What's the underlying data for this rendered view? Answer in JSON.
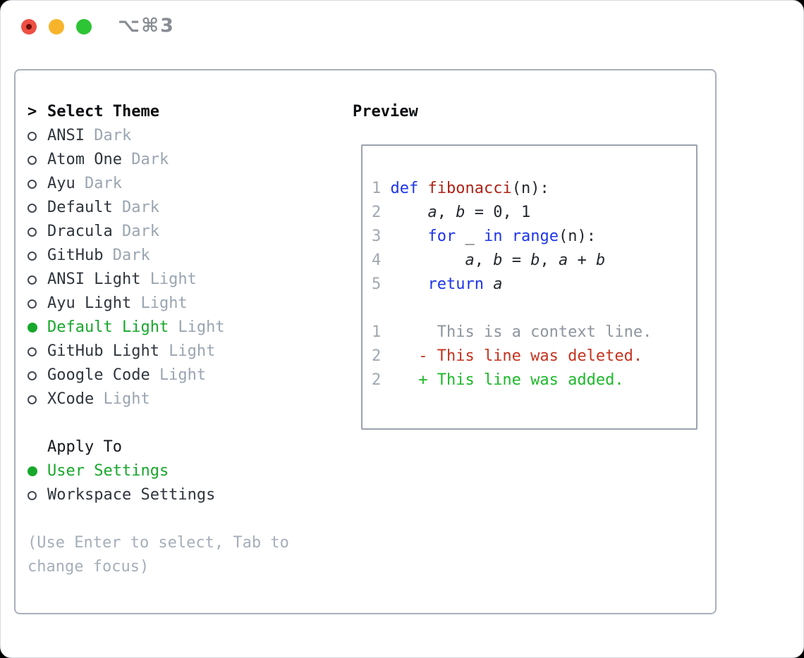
{
  "window": {
    "shortcut_label": "⌥⌘3"
  },
  "colors": {
    "accent_green": "#17a82b",
    "added_green": "#1db92a",
    "deleted_red": "#c3331f",
    "keyword_blue": "#1d35ea",
    "function_red": "#ae2315",
    "muted_gray": "#9aa5b1",
    "panel_border": "#a8b0ba",
    "traffic_red": "#ee4f43",
    "traffic_yellow": "#f7b42b",
    "traffic_green": "#2dc436"
  },
  "theme_panel": {
    "header": {
      "prefix": ">",
      "title": "Select Theme"
    },
    "items": [
      {
        "name": "ANSI",
        "variant": "Dark",
        "selected": false
      },
      {
        "name": "Atom One",
        "variant": "Dark",
        "selected": false
      },
      {
        "name": "Ayu",
        "variant": "Dark",
        "selected": false
      },
      {
        "name": "Default",
        "variant": "Dark",
        "selected": false
      },
      {
        "name": "Dracula",
        "variant": "Dark",
        "selected": false
      },
      {
        "name": "GitHub",
        "variant": "Dark",
        "selected": false
      },
      {
        "name": "ANSI Light",
        "variant": "Light",
        "selected": false
      },
      {
        "name": "Ayu Light",
        "variant": "Light",
        "selected": false
      },
      {
        "name": "Default Light",
        "variant": "Light",
        "selected": true
      },
      {
        "name": "GitHub Light",
        "variant": "Light",
        "selected": false
      },
      {
        "name": "Google Code",
        "variant": "Light",
        "selected": false
      },
      {
        "name": "XCode",
        "variant": "Light",
        "selected": false
      }
    ],
    "apply_to": {
      "title": "Apply To",
      "options": [
        {
          "label": "User Settings",
          "selected": true
        },
        {
          "label": "Workspace Settings",
          "selected": false
        }
      ]
    },
    "hint_lines": [
      "(Use Enter to select, Tab to",
      "change focus)"
    ]
  },
  "preview": {
    "title": "Preview",
    "lines": [
      {
        "num": "1",
        "segments": [
          {
            "t": " ",
            "c": "pl"
          },
          {
            "t": "def",
            "c": "kw"
          },
          {
            "t": " ",
            "c": "pl"
          },
          {
            "t": "fibonacci",
            "c": "fn"
          },
          {
            "t": "(n):",
            "c": "pl"
          }
        ]
      },
      {
        "num": "2",
        "segments": [
          {
            "t": "     ",
            "c": "pl"
          },
          {
            "t": "a",
            "c": "it"
          },
          {
            "t": ", ",
            "c": "pl"
          },
          {
            "t": "b",
            "c": "it"
          },
          {
            "t": " = 0, 1",
            "c": "pl"
          }
        ]
      },
      {
        "num": "3",
        "segments": [
          {
            "t": "     ",
            "c": "pl"
          },
          {
            "t": "for",
            "c": "kw"
          },
          {
            "t": " _ ",
            "c": "pl"
          },
          {
            "t": "in",
            "c": "kw"
          },
          {
            "t": " ",
            "c": "pl"
          },
          {
            "t": "range",
            "c": "kw"
          },
          {
            "t": "(n):",
            "c": "pl"
          }
        ]
      },
      {
        "num": "4",
        "segments": [
          {
            "t": "         ",
            "c": "pl"
          },
          {
            "t": "a",
            "c": "it"
          },
          {
            "t": ", ",
            "c": "pl"
          },
          {
            "t": "b",
            "c": "it"
          },
          {
            "t": " = ",
            "c": "pl"
          },
          {
            "t": "b",
            "c": "it"
          },
          {
            "t": ", ",
            "c": "pl"
          },
          {
            "t": "a",
            "c": "it"
          },
          {
            "t": " + ",
            "c": "pl"
          },
          {
            "t": "b",
            "c": "it"
          }
        ]
      },
      {
        "num": "5",
        "segments": [
          {
            "t": "     ",
            "c": "pl"
          },
          {
            "t": "return",
            "c": "kw"
          },
          {
            "t": " ",
            "c": "pl"
          },
          {
            "t": "a",
            "c": "it"
          }
        ]
      },
      {
        "num": "",
        "segments": []
      },
      {
        "num": "1",
        "segments": [
          {
            "t": "      This is a context line.",
            "c": "ctx"
          }
        ]
      },
      {
        "num": "2",
        "segments": [
          {
            "t": "    - This line was deleted.",
            "c": "del"
          }
        ]
      },
      {
        "num": "2",
        "segments": [
          {
            "t": "    + This line was added.",
            "c": "add"
          }
        ]
      }
    ]
  }
}
